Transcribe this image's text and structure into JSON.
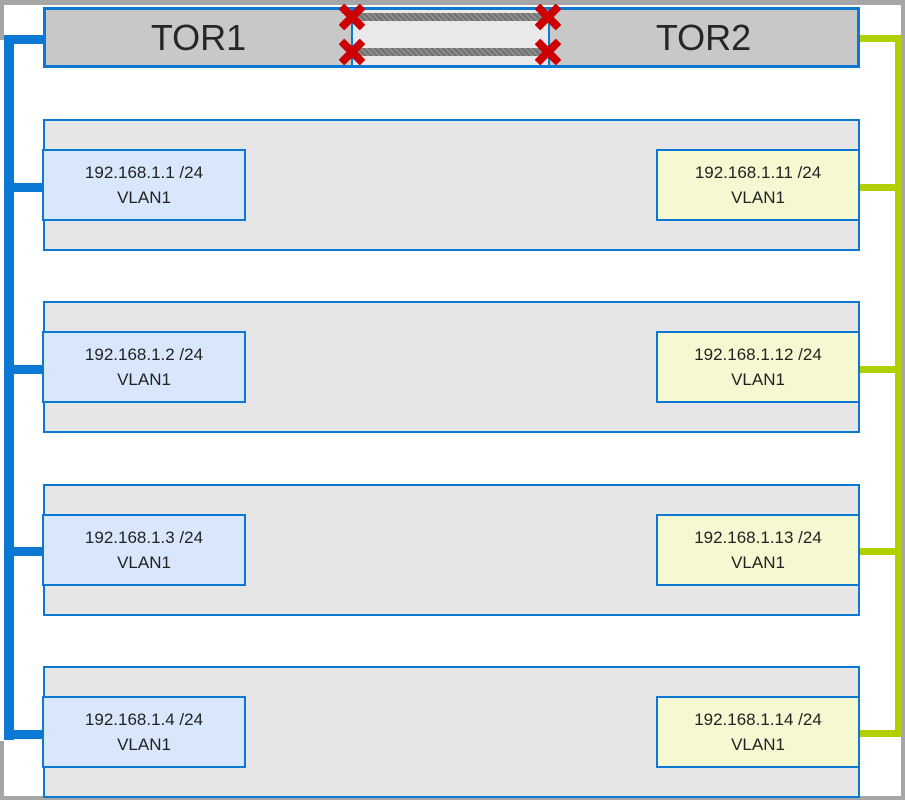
{
  "tor": {
    "left_switch": {
      "label": "TOR1"
    },
    "right_switch": {
      "label": "TOR2"
    },
    "interlinks": {
      "link_count": 2,
      "failure_icon": "red-x-icon"
    }
  },
  "hosts": [
    {
      "left_nic": {
        "ip": "192.168.1.1 /24",
        "vlan": "VLAN1"
      },
      "right_nic": {
        "ip": "192.168.1.11 /24",
        "vlan": "VLAN1"
      }
    },
    {
      "left_nic": {
        "ip": "192.168.1.2 /24",
        "vlan": "VLAN1"
      },
      "right_nic": {
        "ip": "192.168.1.12 /24",
        "vlan": "VLAN1"
      }
    },
    {
      "left_nic": {
        "ip": "192.168.1.3 /24",
        "vlan": "VLAN1"
      },
      "right_nic": {
        "ip": "192.168.1.13 /24",
        "vlan": "VLAN1"
      }
    },
    {
      "left_nic": {
        "ip": "192.168.1.4 /24",
        "vlan": "VLAN1"
      },
      "right_nic": {
        "ip": "192.168.1.14 /24",
        "vlan": "VLAN1"
      }
    }
  ],
  "colors": {
    "trunk_left_blue": "#0b79d4",
    "trunk_right_green": "#b2cf00",
    "failure_red": "#cc0000",
    "switch_bar_fill": "#c8c8c8",
    "interlink_panel_fill": "#e9e9e9",
    "host_row_fill": "#e6e6e6",
    "nic_left_fill": "#d8e7fb",
    "nic_right_fill": "#f5f8d1",
    "frame_gray": "#a6a6a6"
  }
}
